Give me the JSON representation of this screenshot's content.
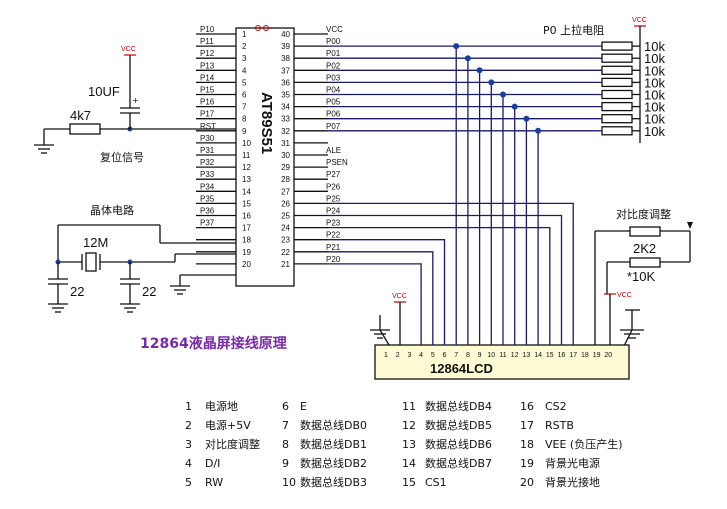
{
  "mcu": {
    "name": "AT89S51",
    "left_pins": [
      {
        "n": "1",
        "l": "P10"
      },
      {
        "n": "2",
        "l": "P11"
      },
      {
        "n": "3",
        "l": "P12"
      },
      {
        "n": "4",
        "l": "P13"
      },
      {
        "n": "5",
        "l": "P14"
      },
      {
        "n": "6",
        "l": "P15"
      },
      {
        "n": "7",
        "l": "P16"
      },
      {
        "n": "8",
        "l": "P17"
      },
      {
        "n": "9",
        "l": "RST"
      },
      {
        "n": "10",
        "l": "P30"
      },
      {
        "n": "11",
        "l": "P31"
      },
      {
        "n": "12",
        "l": "P32"
      },
      {
        "n": "13",
        "l": "P33"
      },
      {
        "n": "14",
        "l": "P34"
      },
      {
        "n": "15",
        "l": "P35"
      },
      {
        "n": "16",
        "l": "P36"
      },
      {
        "n": "17",
        "l": "P37"
      },
      {
        "n": "18",
        "l": ""
      },
      {
        "n": "19",
        "l": ""
      },
      {
        "n": "20",
        "l": ""
      }
    ],
    "right_pins": [
      {
        "n": "40",
        "l": "VCC"
      },
      {
        "n": "39",
        "l": "P00"
      },
      {
        "n": "38",
        "l": "P01"
      },
      {
        "n": "37",
        "l": "P02"
      },
      {
        "n": "36",
        "l": "P03"
      },
      {
        "n": "35",
        "l": "P04"
      },
      {
        "n": "34",
        "l": "P05"
      },
      {
        "n": "33",
        "l": "P06"
      },
      {
        "n": "32",
        "l": "P07"
      },
      {
        "n": "31",
        "l": ""
      },
      {
        "n": "30",
        "l": "ALE"
      },
      {
        "n": "29",
        "l": "PSEN"
      },
      {
        "n": "28",
        "l": "P27"
      },
      {
        "n": "27",
        "l": "P26"
      },
      {
        "n": "26",
        "l": "P25"
      },
      {
        "n": "25",
        "l": "P24"
      },
      {
        "n": "24",
        "l": "P23"
      },
      {
        "n": "23",
        "l": "P22"
      },
      {
        "n": "22",
        "l": "P21"
      },
      {
        "n": "21",
        "l": "P20"
      }
    ]
  },
  "labels": {
    "vcc": "VCC",
    "cap_10uf": "10UF",
    "res_4k7": "4k7",
    "reset_signal": "复位信号",
    "crystal_circuit": "晶体电路",
    "crystal": "12M",
    "cap_22_a": "22",
    "cap_22_b": "22",
    "pullup": "P0 上拉电阻",
    "pullup_value": "10k",
    "contrast": "对比度调整",
    "res_2k2": "2K2",
    "pot_10k": "*10K",
    "lcd_name": "12864LCD",
    "title": "12864液晶屏接线原理"
  },
  "lcd_pins": [
    "1",
    "2",
    "3",
    "4",
    "5",
    "6",
    "7",
    "8",
    "9",
    "10",
    "11",
    "12",
    "13",
    "14",
    "15",
    "16",
    "17",
    "18",
    "19",
    "20"
  ],
  "legend": [
    {
      "n": "1",
      "t": "电源地"
    },
    {
      "n": "2",
      "t": "电源+5V"
    },
    {
      "n": "3",
      "t": "对比度调整"
    },
    {
      "n": "4",
      "t": "D/I"
    },
    {
      "n": "5",
      "t": "RW"
    },
    {
      "n": "6",
      "t": "E"
    },
    {
      "n": "7",
      "t": "数据总线DB0"
    },
    {
      "n": "8",
      "t": "数据总线DB1"
    },
    {
      "n": "9",
      "t": "数据总线DB2"
    },
    {
      "n": "10",
      "t": "数据总线DB3"
    },
    {
      "n": "11",
      "t": "数据总线DB4"
    },
    {
      "n": "12",
      "t": "数据总线DB5"
    },
    {
      "n": "13",
      "t": "数据总线DB6"
    },
    {
      "n": "14",
      "t": "数据总线DB7"
    },
    {
      "n": "15",
      "t": "CS1"
    },
    {
      "n": "16",
      "t": "CS2"
    },
    {
      "n": "17",
      "t": "RSTB"
    },
    {
      "n": "18",
      "t": "VEE (负压产生)"
    },
    {
      "n": "19",
      "t": "背景光电源"
    },
    {
      "n": "20",
      "t": "背景光接地"
    }
  ]
}
